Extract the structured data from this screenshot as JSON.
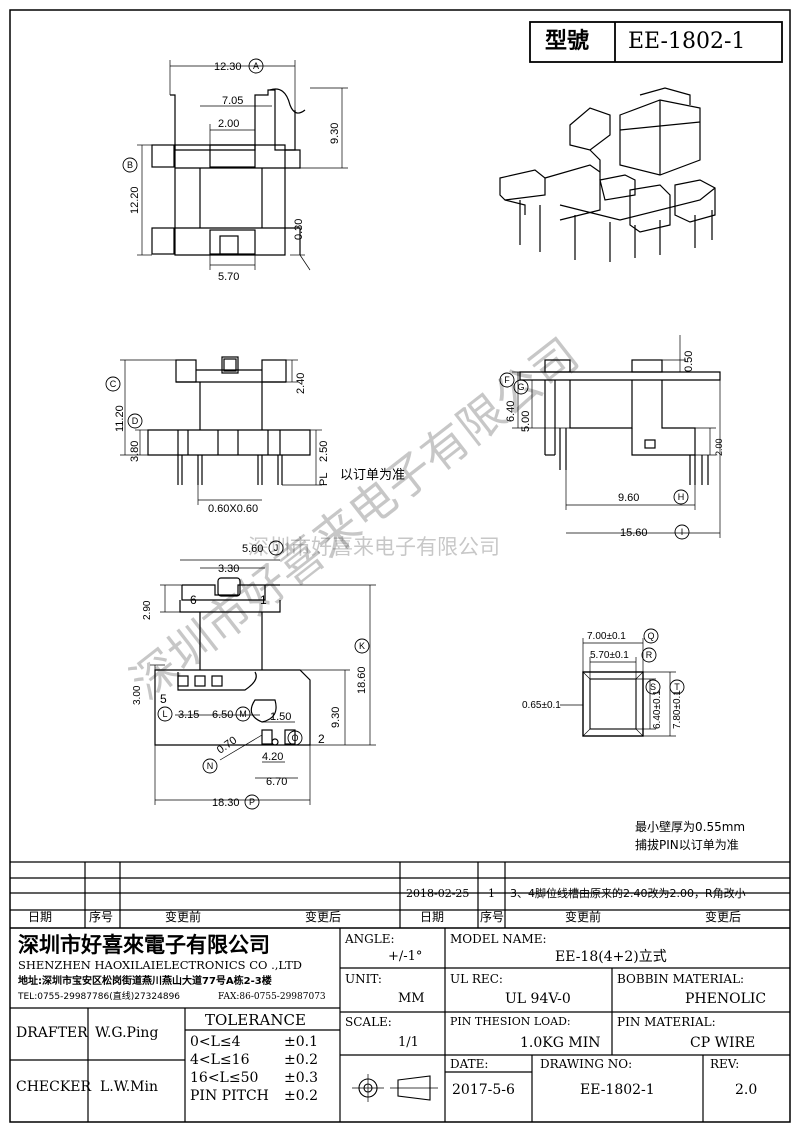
{
  "header": {
    "model_label": "型號",
    "model_value": "EE-1802-1"
  },
  "dimensions": {
    "top_view": [
      "12.30",
      "7.05",
      "2.00",
      "9.30",
      "12.20",
      "0.30",
      "5.70"
    ],
    "top_markers": [
      "A",
      "B"
    ],
    "front_view": [
      "11.20",
      "3.80",
      "2.40",
      "2.50",
      "PL",
      "0.60X0.60"
    ],
    "front_markers": [
      "C",
      "D"
    ],
    "front_note": "以订单为准",
    "side_view": [
      "0.50",
      "6.40",
      "5.00",
      "2.00",
      "9.60",
      "15.60"
    ],
    "side_markers": [
      "F",
      "G",
      "H",
      "I"
    ],
    "bottom_view": [
      "5.60",
      "3.30",
      "2.90",
      "3.00",
      "6",
      "1",
      "5",
      "3.15",
      "6.50",
      "1.50",
      "4.20",
      "6.70",
      "9.30",
      "18.60",
      "18.30",
      "2",
      "0.70"
    ],
    "bottom_markers": [
      "J",
      "K",
      "L",
      "M",
      "N",
      "O",
      "P"
    ],
    "core_section": [
      "7.00±0.1",
      "5.70±0.1",
      "0.65±0.1",
      "6.40±0.1",
      "7.80±0.1"
    ],
    "core_markers": [
      "Q",
      "R",
      "S",
      "T"
    ]
  },
  "notes": {
    "line1": "最小壁厚为0.55mm",
    "line2": "捕拔PIN以订单为准"
  },
  "watermark": {
    "company": "深圳市好喜来电子有限公司"
  },
  "revision": {
    "date": "2018-02-25",
    "no": "1",
    "desc": "3、4脚位线槽由原来的2.40改为2.00，R角改小",
    "headers": [
      "日期",
      "序号",
      "变更前",
      "变更后",
      "日期",
      "序号",
      "变更前",
      "变更后"
    ]
  },
  "company": {
    "cn": "深圳市好喜來電子有限公司",
    "en": "SHENZHEN HAOXILAIELECTRONICS CO .,LTD",
    "address": "地址:深圳市宝安区松岗街道燕川燕山大道77号A栋2-3楼",
    "tel": "TEL:0755-29987786(直线)27324896",
    "fax": "FAX:86-0755-29987073"
  },
  "titleblock": {
    "angle_label": "ANGLE:",
    "angle_value": "+/-1°",
    "model_label": "MODEL NAME:",
    "model_value": "EE-18(4+2)立式",
    "unit_label": "UNIT:",
    "unit_value": "MM",
    "ul_label": "UL REC:",
    "ul_value": "UL 94V-0",
    "bobbin_label": "BOBBIN MATERIAL:",
    "bobbin_value": "PHENOLIC",
    "scale_label": "SCALE:",
    "scale_value": "1/1",
    "pin_load_label": "PIN THESION LOAD:",
    "pin_load_value": "1.0KG MIN",
    "pin_mat_label": "PIN MATERIAL:",
    "pin_mat_value": "CP  WIRE",
    "date_label": "DATE:",
    "date_value": "2017-5-6",
    "drawing_label": "DRAWING NO:",
    "drawing_value": "EE-1802-1",
    "rev_label": "REV:",
    "rev_value": "2.0",
    "drafter_label": "DRAFTER",
    "drafter_value": "W.G.Ping",
    "checker_label": "CHECKER",
    "checker_value": "L.W.Min",
    "tolerance_title": "TOLERANCE",
    "tolerance": [
      {
        "range": "0<L≤4",
        "value": "±0.1"
      },
      {
        "range": "4<L≤16",
        "value": "±0.2"
      },
      {
        "range": "16<L≤50",
        "value": "±0.3"
      },
      {
        "range": "PIN PITCH",
        "value": "±0.2"
      }
    ]
  }
}
